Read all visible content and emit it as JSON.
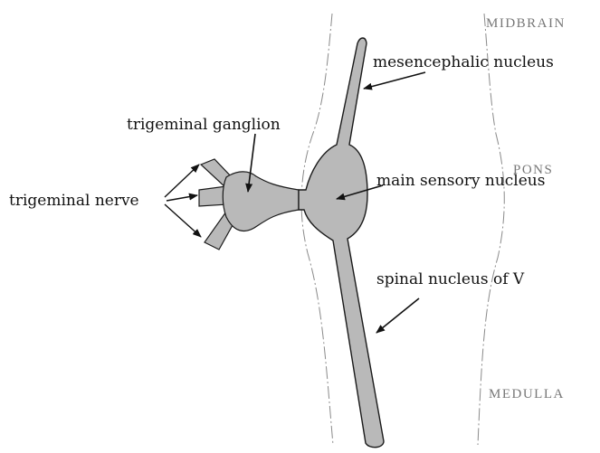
{
  "labels": {
    "mesencephalic": "mesencephalic nucleus",
    "ganglion": "trigeminal ganglion",
    "main_sensory": "main sensory nucleus",
    "nerve": "trigeminal nerve",
    "spinal": "spinal nucleus of V"
  },
  "regions": {
    "midbrain": "MIDBRAIN",
    "pons": "PONS",
    "medulla": "MEDULLA"
  },
  "colors": {
    "nucleus_fill": "#b9b9b9",
    "outline": "#1a1a1a",
    "boundary": "#8a8a8a",
    "region_text": "#777777"
  }
}
